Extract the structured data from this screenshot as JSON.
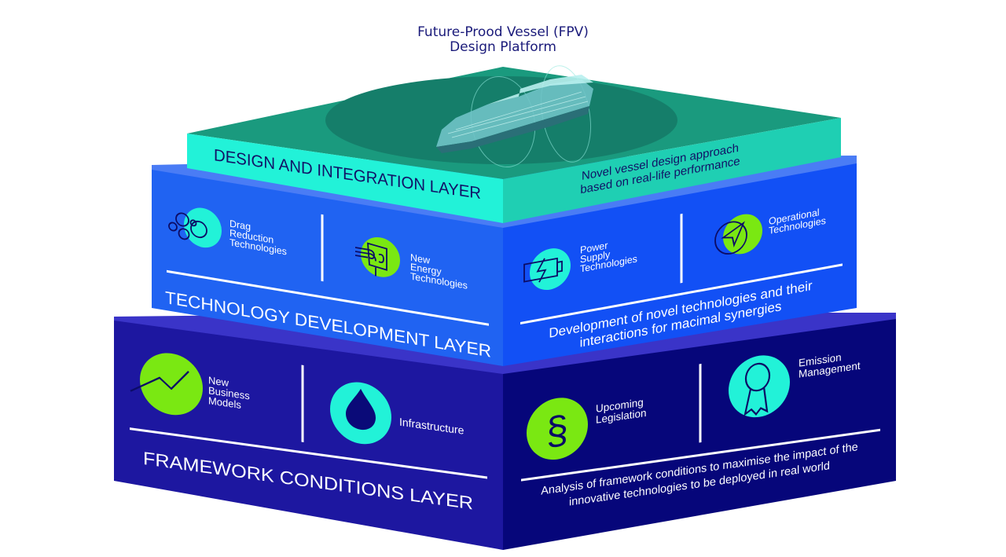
{
  "title": {
    "line1": "Future-Prood Vessel (FPV)",
    "line2": "Design Platform"
  },
  "colors": {
    "top_top_face": "#1a9a7e",
    "top_ellipse": "#157e6a",
    "top_left_face": "#22f2d8",
    "top_right_face": "#1fcfb3",
    "top_text": "#111166",
    "mid_top_strip": "#4a7cf5",
    "mid_left_face": "#2063f2",
    "mid_right_face": "#1250f5",
    "bot_top_strip": "#3a34c8",
    "bot_left_face": "#1d17a0",
    "bot_right_face": "#06067a",
    "cyan_accent": "#22f2d8",
    "green_accent": "#7ae812",
    "icon_stroke": "#0c0c66",
    "white": "#ffffff"
  },
  "layers": {
    "design": {
      "name": "DESIGN AND INTEGRATION LAYER",
      "description_line1": "Novel vessel design approach",
      "description_line2": "based on real-life performance",
      "image": "cruise-ship-hologram"
    },
    "technology": {
      "name": "TECHNOLOGY DEVELOPMENT LAYER",
      "description_line1": "Development of novel technologies and their",
      "description_line2": "interactions for macimal synergies",
      "items": [
        {
          "icon": "bubbles-icon",
          "lines": [
            "Drag",
            "Reduction",
            "Technologies"
          ]
        },
        {
          "icon": "wind-turbine-sail-icon",
          "lines": [
            "New",
            "Energy",
            "Technologies"
          ]
        },
        {
          "icon": "battery-charging-icon",
          "lines": [
            "Power",
            "Supply",
            "Technologies"
          ]
        },
        {
          "icon": "navigation-arrow-icon",
          "lines": [
            "Operational",
            "Technologies"
          ]
        }
      ]
    },
    "framework": {
      "name": "FRAMEWORK CONDITIONS LAYER",
      "description_line1": "Analysis of framework conditions to maximise the impact of the",
      "description_line2": "innovative technologies to be deployed in real world",
      "items": [
        {
          "icon": "trend-line-icon",
          "lines": [
            "New",
            "Business",
            "Models"
          ]
        },
        {
          "icon": "water-drop-icon",
          "lines": [
            "Infrastructure"
          ]
        },
        {
          "icon": "paragraph-section-icon",
          "lines": [
            "Upcoming",
            "Legislation"
          ]
        },
        {
          "icon": "award-ribbon-icon",
          "lines": [
            "Emission",
            "Management"
          ]
        }
      ]
    }
  }
}
